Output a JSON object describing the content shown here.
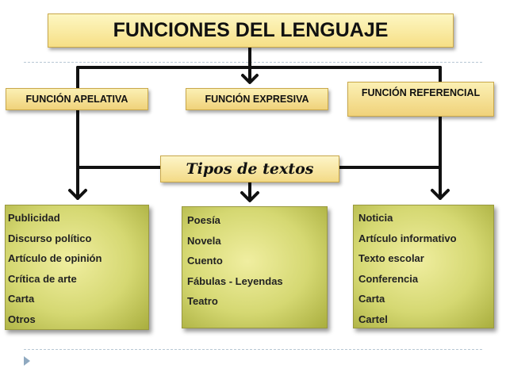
{
  "title": "FUNCIONES DEL LENGUAJE",
  "functions": [
    {
      "label": "FUNCIÓN APELATIVA"
    },
    {
      "label": "FUNCIÓN EXPRESIVA"
    },
    {
      "label": "FUNCIÓN REFERENCIAL"
    }
  ],
  "tipos_label": "Tipos de textos",
  "lists": [
    {
      "items": [
        "Publicidad",
        "Discurso político",
        "Artículo de opinión",
        "Crítica de arte",
        "Carta",
        "Otros"
      ]
    },
    {
      "items": [
        "Poesía",
        "Novela",
        "Cuento",
        "Fábulas - Leyendas",
        "Teatro"
      ]
    },
    {
      "items": [
        "Noticia",
        "Artículo informativo",
        "Texto escolar",
        "Conferencia",
        "Carta",
        "Cartel"
      ]
    }
  ],
  "colors": {
    "connector": "#111111",
    "box_fill": "#f6df86",
    "list_fill": "#d5d872",
    "slide_rule": "#b8c8d4"
  }
}
